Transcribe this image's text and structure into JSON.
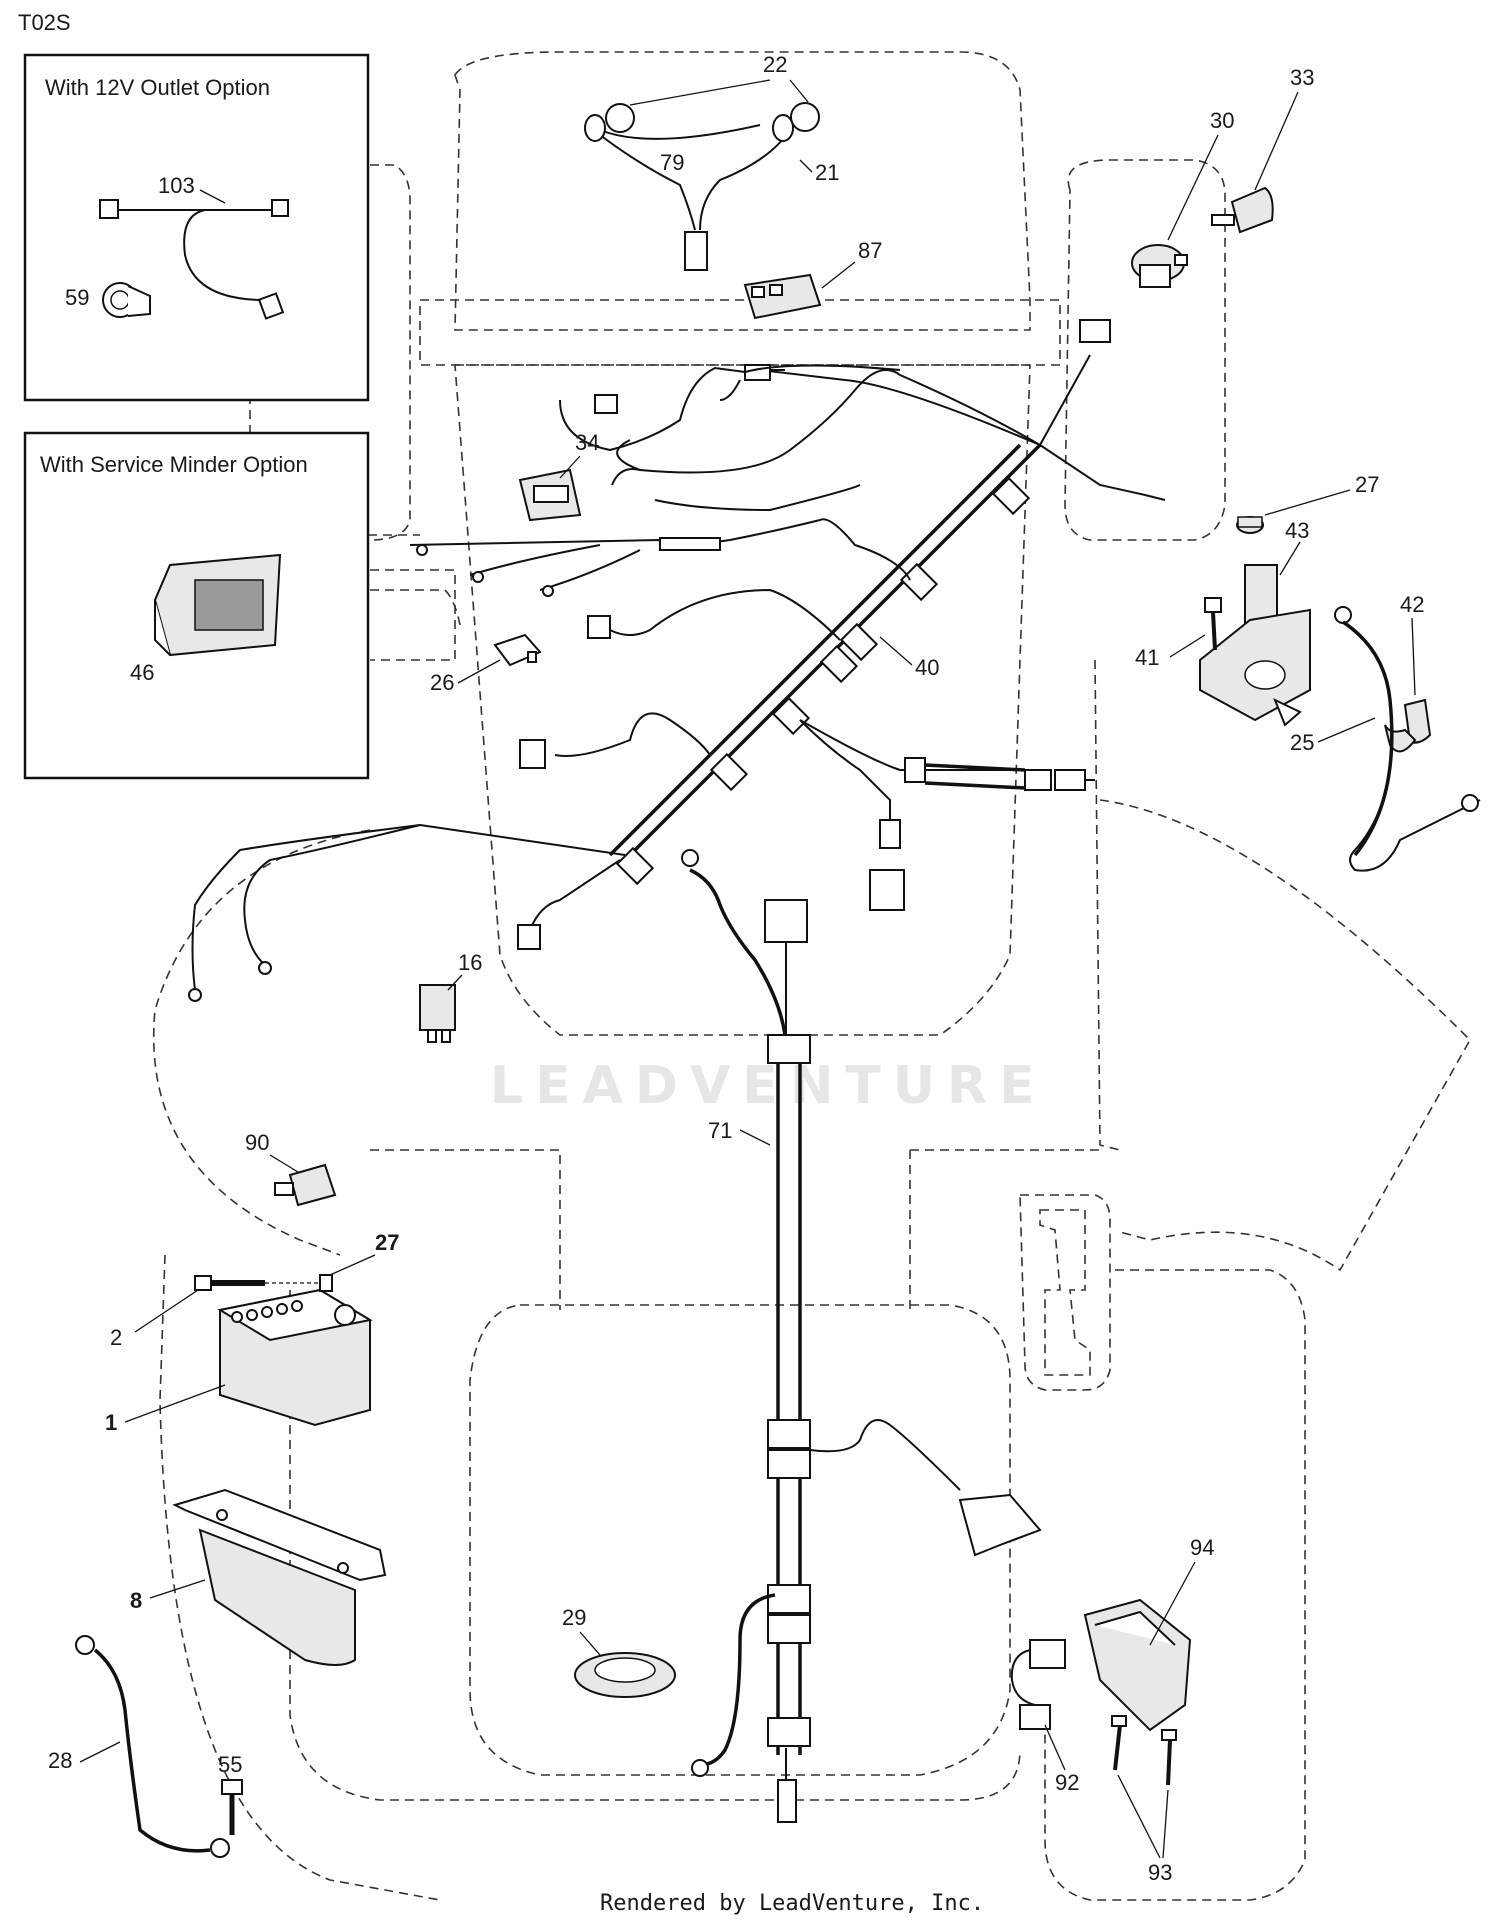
{
  "diagram_code": "T02S",
  "footer": "Rendered by LeadVenture, Inc.",
  "watermark": "LEADVENTURE",
  "insets": {
    "outlet": {
      "title": "With 12V Outlet Option"
    },
    "service_minder": {
      "title": "With Service Minder Option"
    }
  },
  "labels": {
    "p22": "22",
    "p21": "21",
    "p79": "79",
    "p87": "87",
    "p30": "30",
    "p33": "33",
    "p103": "103",
    "p59": "59",
    "p34": "34",
    "p46": "46",
    "p26": "26",
    "p40": "40",
    "p27a": "27",
    "p43": "43",
    "p41": "41",
    "p42": "42",
    "p25": "25",
    "p16": "16",
    "p71": "71",
    "p90": "90",
    "p27b": "27",
    "p2": "2",
    "p1": "1",
    "p8": "8",
    "p29": "29",
    "p94": "94",
    "p28": "28",
    "p55": "55",
    "p92": "92",
    "p93": "93"
  }
}
